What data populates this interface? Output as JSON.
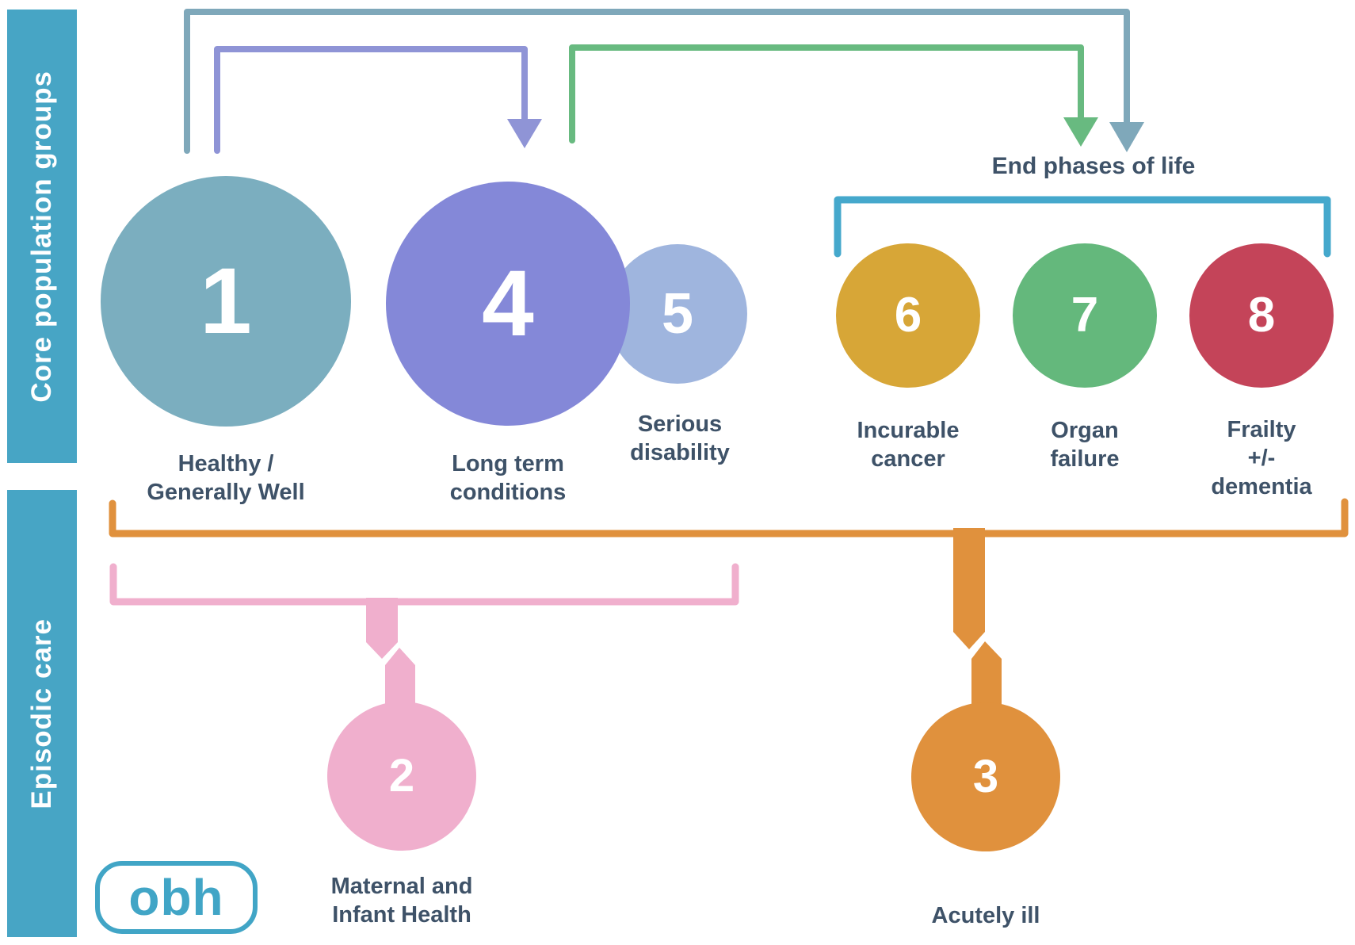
{
  "sidebar": {
    "bar_color": "#47A5C5",
    "text_color": "#FFFFFF",
    "sections": [
      {
        "label": "Core population groups"
      },
      {
        "label": "Episodic care"
      }
    ]
  },
  "end_phases": {
    "label": "End phases of life"
  },
  "groups": {
    "healthy": {
      "number": "1",
      "lines": [
        "Healthy /",
        "Generally Well"
      ],
      "color": "#7BAEBF"
    },
    "long_term": {
      "number": "4",
      "lines": [
        "Long term",
        "conditions"
      ],
      "color": "#8488D8"
    },
    "serious_disability": {
      "number": "5",
      "lines": [
        "Serious",
        "disability"
      ],
      "color": "#9FB5DE"
    },
    "incurable_cancer": {
      "number": "6",
      "lines": [
        "Incurable",
        "cancer"
      ],
      "color": "#D7A637"
    },
    "organ_failure": {
      "number": "7",
      "lines": [
        "Organ",
        "failure"
      ],
      "color": "#64B87C"
    },
    "frailty": {
      "number": "8",
      "lines": [
        "Frailty",
        "+/-",
        "dementia"
      ],
      "color": "#C44459"
    },
    "maternal": {
      "number": "2",
      "lines": [
        "Maternal and",
        "Infant Health"
      ],
      "color": "#F0AFCD"
    },
    "acutely_ill": {
      "number": "3",
      "lines": [
        "Acutely ill"
      ],
      "color": "#E0913D"
    }
  },
  "connectors": {
    "healthy_to_end_phases": {
      "color": "#7FA8BA"
    },
    "healthy_to_long_term": {
      "color": "#8F94D6"
    },
    "long_term_to_end_phases": {
      "color": "#68BA80"
    },
    "end_phases_bracket": {
      "color": "#45A8CC"
    },
    "core_to_acutely_ill": {
      "color": "#E0913D"
    },
    "core_to_maternal": {
      "color": "#F0AFCD"
    }
  },
  "logo": {
    "text": "obh",
    "color": "#41A5C6"
  },
  "text_color": "#3E5268"
}
